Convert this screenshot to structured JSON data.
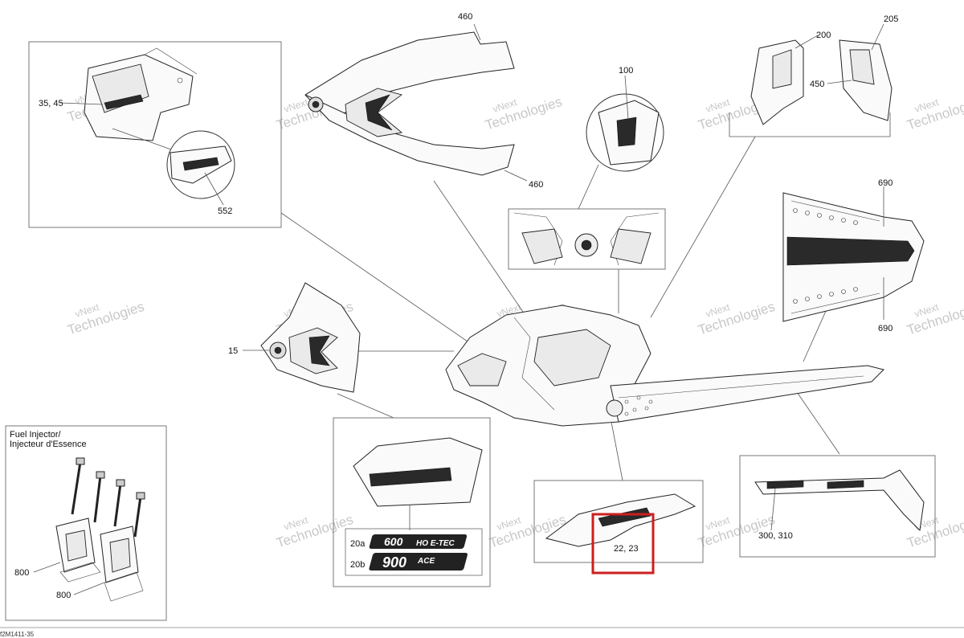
{
  "callouts": {
    "c460_top": "460",
    "c460_bottom": "460",
    "c205": "205",
    "c200": "200",
    "c450": "450",
    "c100": "100",
    "c35_45": "35, 45",
    "c552": "552",
    "c690_top": "690",
    "c690_bottom": "690",
    "c15": "15",
    "c20a": "20a",
    "c20b": "20b",
    "c22_23": "22, 23",
    "c300_310": "300, 310",
    "c800_a": "800",
    "c800_b": "800"
  },
  "fuel_injector_title": {
    "line1": "Fuel Injector/",
    "line2": "Injecteur d'Essence"
  },
  "decals": {
    "d600": "600",
    "d600_suffix": "HO E-TEC",
    "d900": "900",
    "d900_suffix": "ACE"
  },
  "watermark": {
    "line1": "vNext",
    "line2": "Technologies",
    "single": "vNext Technologies"
  },
  "footer_code": "f2M1411-35",
  "highlight_color": "#cc1f1f"
}
